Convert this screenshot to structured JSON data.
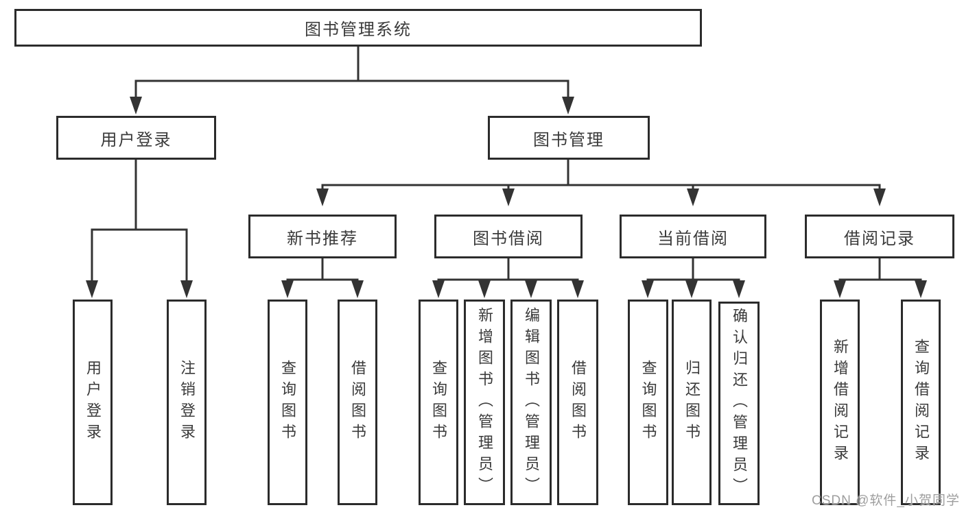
{
  "diagram": {
    "type": "tree",
    "orientation": "top-down",
    "colors": {
      "line": "#333333",
      "box_border": "#2b2b2b",
      "text": "#3a3a3a",
      "background": "#ffffff",
      "watermark": "#9e9e9e"
    },
    "tree": {
      "label": "图书管理系统",
      "children": [
        {
          "label": "用户登录",
          "children": [
            {
              "label": "用户登录"
            },
            {
              "label": "注销登录"
            }
          ]
        },
        {
          "label": "图书管理",
          "children": [
            {
              "label": "新书推荐",
              "children": [
                {
                  "label": "查询图书"
                },
                {
                  "label": "借阅图书"
                }
              ]
            },
            {
              "label": "图书借阅",
              "children": [
                {
                  "label": "查询图书"
                },
                {
                  "label": "新增图书（管理员）"
                },
                {
                  "label": "编辑图书（管理员）"
                },
                {
                  "label": "借阅图书"
                }
              ]
            },
            {
              "label": "当前借阅",
              "children": [
                {
                  "label": "查询图书"
                },
                {
                  "label": "归还图书"
                },
                {
                  "label": "确认归还（管理员）"
                }
              ]
            },
            {
              "label": "借阅记录",
              "children": [
                {
                  "label": "新增借阅记录"
                },
                {
                  "label": "查询借阅记录"
                }
              ]
            }
          ]
        }
      ]
    },
    "watermark": {
      "text": "CSDN @软件_小贺同学"
    }
  }
}
